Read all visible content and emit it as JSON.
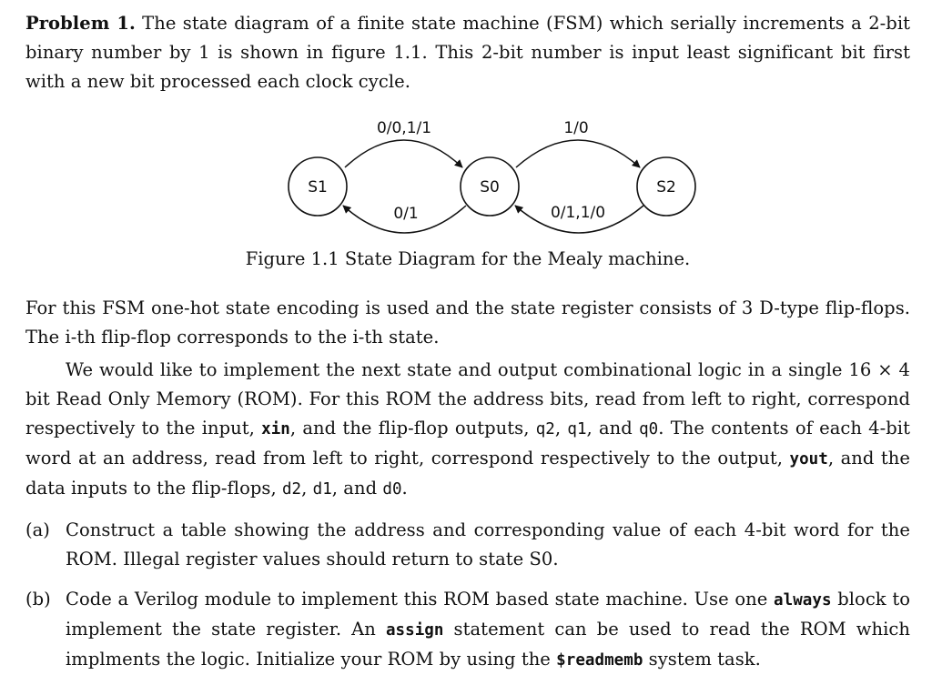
{
  "problem": {
    "label": "Problem 1.",
    "intro": " The state diagram of a finite state machine (FSM) which serially increments a 2-bit binary number by 1 is shown in figure 1.1. This 2-bit number is input least significant bit first with a new bit processed each clock cycle."
  },
  "diagram": {
    "states": [
      {
        "id": "s1",
        "label": "S1"
      },
      {
        "id": "s0",
        "label": "S0"
      },
      {
        "id": "s2",
        "label": "S2"
      }
    ],
    "transitions": [
      {
        "from": "S1",
        "to": "S0",
        "label": "0/0,1/1"
      },
      {
        "from": "S0",
        "to": "S1",
        "label": "0/1"
      },
      {
        "from": "S0",
        "to": "S2",
        "label": "1/0"
      },
      {
        "from": "S2",
        "to": "S0",
        "label": "0/1,1/0"
      }
    ],
    "caption": "Figure 1.1 State Diagram for the Mealy machine."
  },
  "paragraph2": "For this FSM one-hot state encoding is used and the state register consists of 3 D-type flip-flops. The i-th flip-flop corresponds to the i-th state.",
  "paragraph3": {
    "t1": "We would like to implement the next state and output combinational logic in a single 16 × 4 bit Read Only Memory (ROM). For this ROM the address bits, read from left to right, correspond respectively to the input, ",
    "c1": "xin",
    "t2": ", and the flip-flop outputs, ",
    "c2": "q2",
    "t3": ", ",
    "c3": "q1",
    "t4": ", and ",
    "c4": "q0",
    "t5": ". The contents of each 4-bit word at an address, read from left to right, correspond respectively to the output, ",
    "c5": "yout",
    "t6": ", and the data inputs to the flip-flops, ",
    "c6": "d2",
    "t7": ", ",
    "c7": "d1",
    "t8": ", and ",
    "c8": "d0",
    "t9": "."
  },
  "parts": {
    "a": {
      "label": "(a)",
      "text": "Construct a table showing the address and corresponding value of each 4-bit word for the ROM. Illegal register values should return to state S0."
    },
    "b": {
      "label": "(b)",
      "t1": "Code a Verilog module to implement this ROM based state machine. Use one ",
      "k1": "always",
      "t2": " block to implement the state register. An ",
      "k2": "assign",
      "t3": " statement can be used to read the ROM which implments the logic. Initialize your ROM by using the ",
      "k3": "$readmemb",
      "t4": " system task."
    }
  }
}
